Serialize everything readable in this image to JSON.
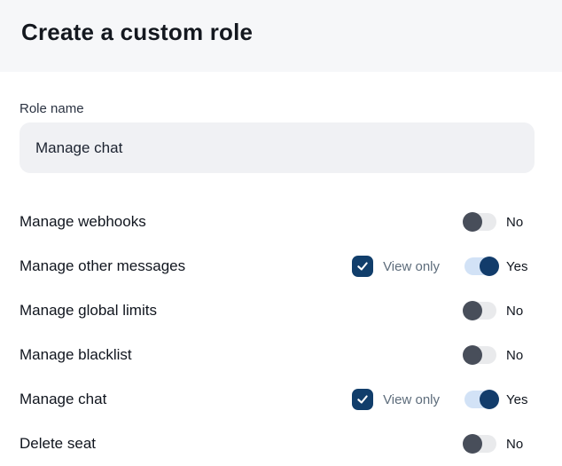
{
  "dialog": {
    "title": "Create a custom role",
    "form": {
      "role_name_label": "Role name",
      "role_name_value": "Manage chat"
    },
    "view_only_label": "View only",
    "permissions": [
      {
        "label": "Manage webhooks",
        "enabled": false,
        "state_label": "No",
        "has_view_only": false,
        "view_only_checked": false
      },
      {
        "label": "Manage other messages",
        "enabled": true,
        "state_label": "Yes",
        "has_view_only": true,
        "view_only_checked": true
      },
      {
        "label": "Manage global limits",
        "enabled": false,
        "state_label": "No",
        "has_view_only": false,
        "view_only_checked": false
      },
      {
        "label": "Manage blacklist",
        "enabled": false,
        "state_label": "No",
        "has_view_only": false,
        "view_only_checked": false
      },
      {
        "label": "Manage chat",
        "enabled": true,
        "state_label": "Yes",
        "has_view_only": true,
        "view_only_checked": true
      },
      {
        "label": "Delete seat",
        "enabled": false,
        "state_label": "No",
        "has_view_only": false,
        "view_only_checked": false
      }
    ],
    "colors": {
      "accent_navy": "#113e6b",
      "toggle_on_track": "#d2e2f6",
      "toggle_on_knob": "#123c6b",
      "toggle_off_track": "#e9eaec",
      "toggle_off_knob": "#484e5a",
      "header_bg": "#f6f7f9",
      "input_bg": "#f0f1f4"
    }
  }
}
